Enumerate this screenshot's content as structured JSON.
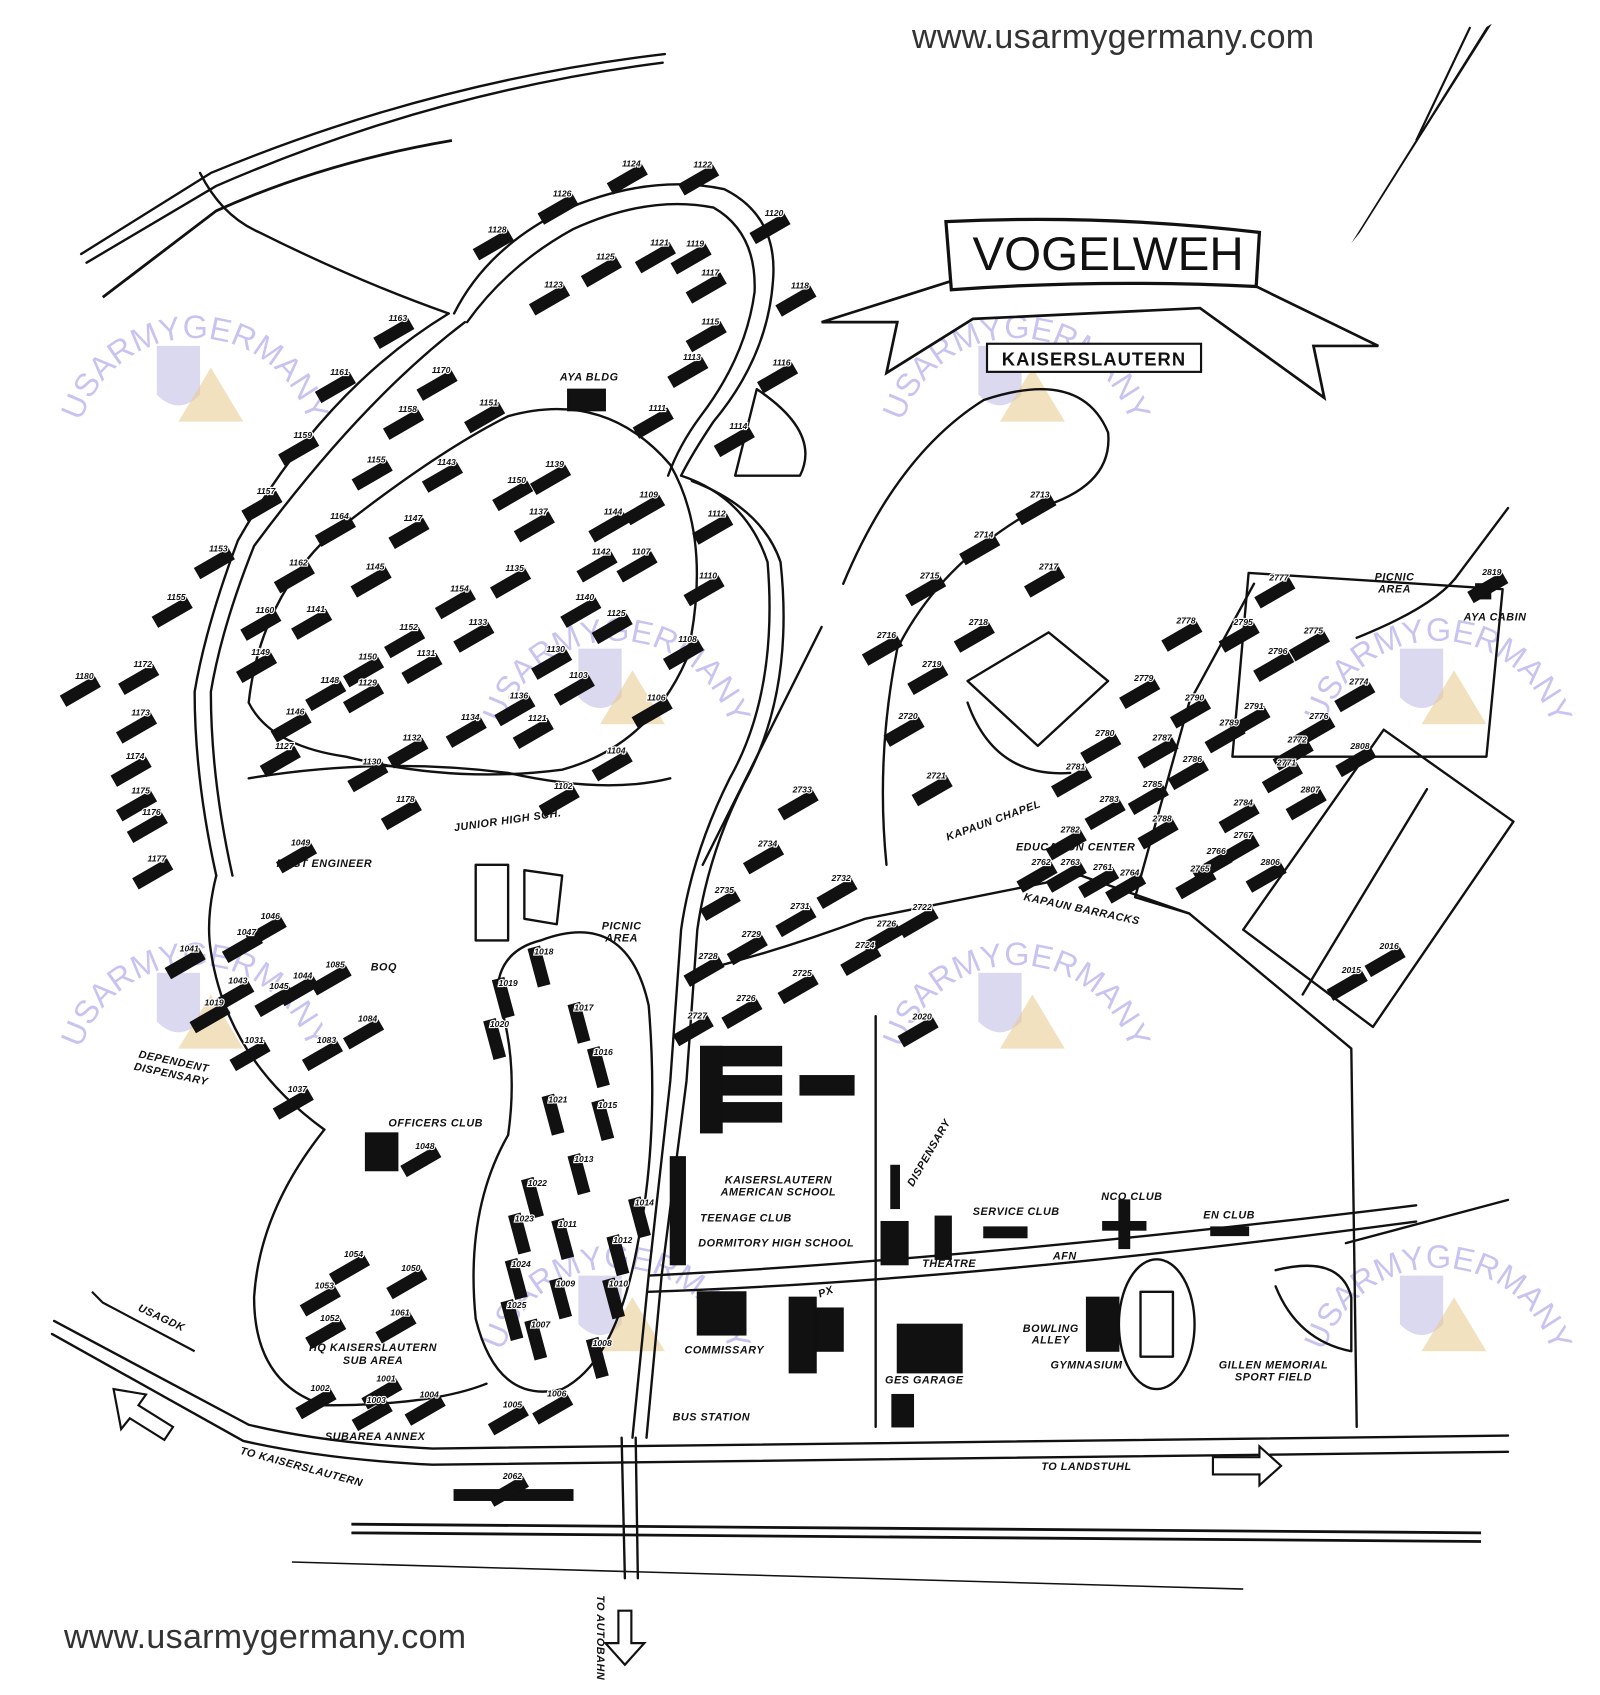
{
  "site_url_top": "www.usarmygermany.com",
  "site_url_bottom": "www.usarmygermany.com",
  "title": "VOGELWEH",
  "subtitle": "KAISERSLAUTERN",
  "watermark": "USARMYGERMANY.COM",
  "colors": {
    "ink": "#111111",
    "watermark": "#9b95e6",
    "background": "#ffffff"
  },
  "places": [
    "AYA BLDG",
    "JUNIOR HIGH SCH.",
    "POST ENGINEER",
    "BOQ",
    "DEPENDENT DISPENSARY",
    "OFFICERS CLUB",
    "PICNIC AREA",
    "HQ KAISERSLAUTERN SUB AREA",
    "SUBAREA ANNEX",
    "USAGDK",
    "TO KAISERSLAUTERN",
    "TO LANDSTUHL",
    "TO AUTOBAHN",
    "KAISERSLAUTERN AMERICAN SCHOOL",
    "TEENAGE CLUB",
    "DORMITORY HIGH SCHOOL",
    "COMMISSARY",
    "PX",
    "BUS STATION",
    "DISPENSARY",
    "THEATRE",
    "SERVICE CLUB",
    "AFN",
    "NCO CLUB",
    "EN CLUB",
    "BOWLING ALLEY",
    "GYMNASIUM",
    "GES GARAGE",
    "GILLEN MEMORIAL SPORT FIELD",
    "KAPAUN CHAPEL",
    "EDUCATION CENTER",
    "KAPAUN BARRACKS",
    "PICNIC AREA",
    "AYA CABIN"
  ],
  "buildings": [
    "1124",
    "1122",
    "1126",
    "1128",
    "1120",
    "1121",
    "1119",
    "1125",
    "1123",
    "1118",
    "1117",
    "1115",
    "1116",
    "1113",
    "1111",
    "1114",
    "1163",
    "1170",
    "1161",
    "1158",
    "1151",
    "1159",
    "1155",
    "1143",
    "1139",
    "1150",
    "1157",
    "1164",
    "1147",
    "1144",
    "1109",
    "1112",
    "1137",
    "1153",
    "1162",
    "1145",
    "1154",
    "1135",
    "1142",
    "1107",
    "1110",
    "1155",
    "1160",
    "1141",
    "1140",
    "1125",
    "1108",
    "1149",
    "1150",
    "1152",
    "1133",
    "1130",
    "1106",
    "1148",
    "1129",
    "1131",
    "1146",
    "1134",
    "1136",
    "1103",
    "1127",
    "1132",
    "1121",
    "1104",
    "1130",
    "1102",
    "1178",
    "1180",
    "1172",
    "1173",
    "1174",
    "1175",
    "1176",
    "1177",
    "1049",
    "1041",
    "1019",
    "1043",
    "1046",
    "1047",
    "1045",
    "1044",
    "1085",
    "1084",
    "1083",
    "1037",
    "1031",
    "1048",
    "1018",
    "1019",
    "1020",
    "1017",
    "1016",
    "1021",
    "1015",
    "1013",
    "1022",
    "1023",
    "1011",
    "1014",
    "1012",
    "1024",
    "1009",
    "1010",
    "1025",
    "1007",
    "1008",
    "1054",
    "1050",
    "1053",
    "1061",
    "1052",
    "1001",
    "1002",
    "1003",
    "1004",
    "1005",
    "1006",
    "2062",
    "2713",
    "2714",
    "2717",
    "2715",
    "2718",
    "2716",
    "2719",
    "2720",
    "2721",
    "2733",
    "2734",
    "2732",
    "2735",
    "2731",
    "2722",
    "2729",
    "2726",
    "2724",
    "2728",
    "2725",
    "2727",
    "2726",
    "2020",
    "2777",
    "2775",
    "2795",
    "2796",
    "2778",
    "2779",
    "2790",
    "2791",
    "2789",
    "2774",
    "2776",
    "2772",
    "2771",
    "2808",
    "2780",
    "2787",
    "2786",
    "2785",
    "2784",
    "2783",
    "2782",
    "2788",
    "2781",
    "2767",
    "2766",
    "2765",
    "2807",
    "2806",
    "2763",
    "2762",
    "2761",
    "2764",
    "2015",
    "2016",
    "2819"
  ]
}
